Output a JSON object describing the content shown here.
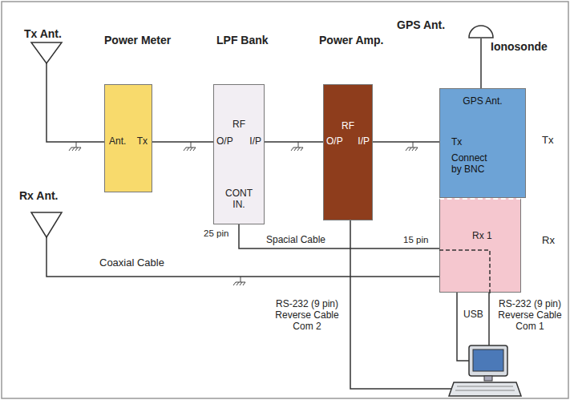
{
  "diagram": {
    "nodes": [
      {
        "text": [
          "Tx Ant."
        ]
      },
      {
        "text": [
          "Power Meter",
          "Ant.",
          "Tx"
        ]
      },
      {
        "text": [
          "LPF Bank",
          "RF",
          "O/P",
          "I/P",
          "CONT IN."
        ]
      },
      {
        "text": [
          "Power Amp.",
          "RF",
          "O/P",
          "I/P"
        ]
      },
      {
        "text": [
          "Ionosonde"
        ]
      },
      {
        "text": [
          "GPS Ant.",
          "Tx",
          "Connect by BNC"
        ],
        "in": 4
      },
      {
        "text": [
          "Rx 1"
        ],
        "in": 4
      },
      {
        "text": [
          "Rx Ant."
        ]
      }
    ],
    "edges": [
      {
        "from": 0,
        "to": 1,
        "arrow": "none"
      },
      {
        "from": 1,
        "to": 2,
        "arrow": "none"
      },
      {
        "from": 2,
        "to": 3,
        "arrow": "none"
      },
      {
        "from": 3,
        "to": 5,
        "arrow": "none"
      },
      {
        "from": 7,
        "to": 6,
        "label": "Coaxial Cable",
        "arrow": "none"
      },
      {
        "from": 2,
        "to": 6,
        "label": "Spacial Cable",
        "arrow": "none"
      }
    ],
    "labels": [
      "GPS Ant.",
      "Tx",
      "Rx",
      "25 pin",
      "15 pin",
      "RS-232 (9 pin) Reverse Cable Com 2",
      "USB",
      "RS-232 (9 pin) Reverse Cable Com 1"
    ]
  }
}
